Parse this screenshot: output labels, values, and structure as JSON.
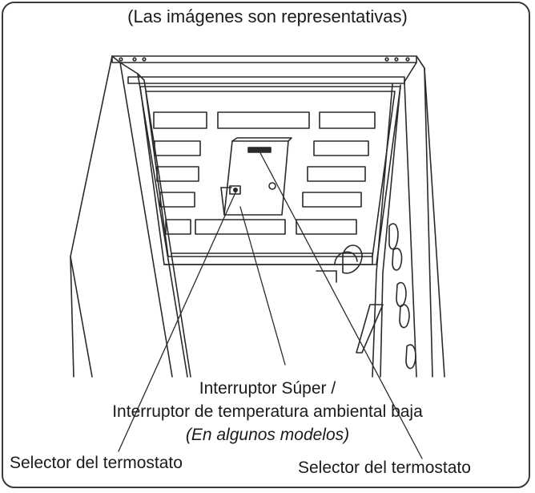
{
  "caption": "(Las imágenes son representativas)",
  "labels": {
    "super_switch_line1": "Interruptor Súper /",
    "super_switch_line2": "Interruptor de temperatura ambiental baja",
    "super_switch_note": "(En algunos modelos)",
    "thermostat_left": "Selector del termostato",
    "thermostat_right": "Selector del termostato"
  },
  "colors": {
    "line": "#2a2a2a",
    "frame": "#3a3a3a",
    "background": "#ffffff"
  }
}
